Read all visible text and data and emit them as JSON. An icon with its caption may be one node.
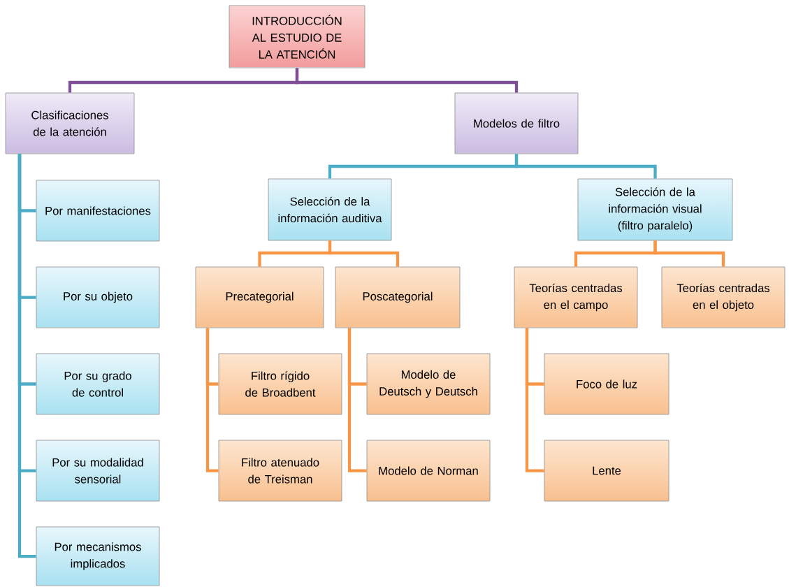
{
  "diagram": {
    "nodes": [
      {
        "text": [
          "INTRODUCCIÓN AL ESTUDIO DE LA ATENCIÓN"
        ]
      },
      {
        "text": [
          "Clasificaciones de la atención"
        ]
      },
      {
        "text": [
          "Modelos de filtro"
        ]
      },
      {
        "text": [
          "Por manifestaciones"
        ]
      },
      {
        "text": [
          "Por su objeto"
        ]
      },
      {
        "text": [
          "Por su grado de control"
        ]
      },
      {
        "text": [
          "Por su modalidad sensorial"
        ]
      },
      {
        "text": [
          "Por mecanismos implicados"
        ]
      },
      {
        "text": [
          "Selección de la información auditiva"
        ]
      },
      {
        "text": [
          "Selección de la información visual (filtro paralelo)"
        ]
      },
      {
        "text": [
          "Precategorial"
        ]
      },
      {
        "text": [
          "Poscategorial"
        ]
      },
      {
        "text": [
          "Teorías centradas en el campo"
        ]
      },
      {
        "text": [
          "Teorías centradas en el objeto"
        ]
      },
      {
        "text": [
          "Filtro rígido de Broadbent"
        ]
      },
      {
        "text": [
          "Filtro atenuado de Treisman"
        ]
      },
      {
        "text": [
          "Modelo de Deutsch y Deutsch"
        ]
      },
      {
        "text": [
          "Modelo de Norman"
        ]
      },
      {
        "text": [
          "Foco de luz"
        ]
      },
      {
        "text": [
          "Lente"
        ]
      }
    ],
    "edges": [
      {
        "from": 0,
        "to": 1,
        "arrow": "none",
        "color": "#7e4f96"
      },
      {
        "from": 0,
        "to": 2,
        "arrow": "none",
        "color": "#7e4f96"
      },
      {
        "from": 1,
        "to": 3,
        "arrow": "none",
        "color": "#4bacc6"
      },
      {
        "from": 1,
        "to": 4,
        "arrow": "none",
        "color": "#4bacc6"
      },
      {
        "from": 1,
        "to": 5,
        "arrow": "none",
        "color": "#4bacc6"
      },
      {
        "from": 1,
        "to": 6,
        "arrow": "none",
        "color": "#4bacc6"
      },
      {
        "from": 1,
        "to": 7,
        "arrow": "none",
        "color": "#4bacc6"
      },
      {
        "from": 2,
        "to": 8,
        "arrow": "none",
        "color": "#4bacc6"
      },
      {
        "from": 2,
        "to": 9,
        "arrow": "none",
        "color": "#4bacc6"
      },
      {
        "from": 8,
        "to": 10,
        "arrow": "none"
      },
      {
        "from": 8,
        "to": 11,
        "arrow": "none"
      },
      {
        "from": 9,
        "to": 12,
        "arrow": "none"
      },
      {
        "from": 9,
        "to": 13,
        "arrow": "none"
      },
      {
        "from": 10,
        "to": 14,
        "arrow": "none"
      },
      {
        "from": 10,
        "to": 15,
        "arrow": "none"
      },
      {
        "from": 11,
        "to": 16,
        "arrow": "none"
      },
      {
        "from": 11,
        "to": 17,
        "arrow": "none"
      },
      {
        "from": 12,
        "to": 18,
        "arrow": "none"
      },
      {
        "from": 12,
        "to": 19,
        "arrow": "none"
      }
    ]
  }
}
